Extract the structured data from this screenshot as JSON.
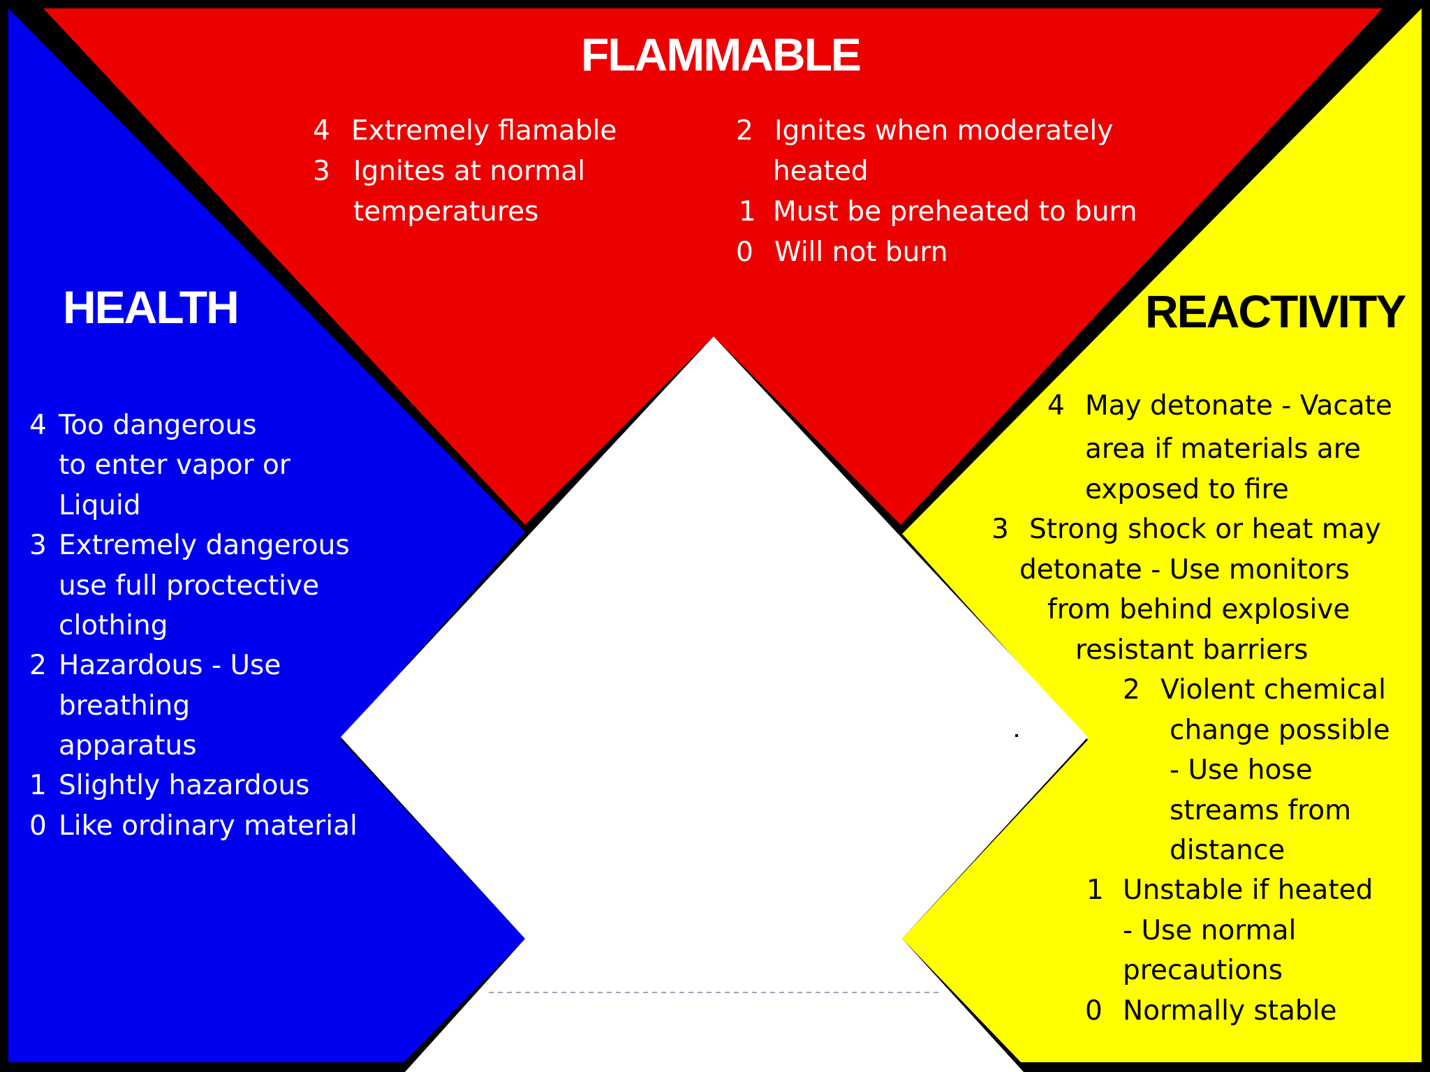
{
  "colors": {
    "background": "#000000",
    "flammable": "#ec0000",
    "health": "#0000f0",
    "reactivity": "#ffff00",
    "special": "#ffffff"
  },
  "flammable": {
    "title": "FLAMMABLE",
    "levels": [
      {
        "num": "4",
        "lines": [
          "Extremely flamable"
        ]
      },
      {
        "num": "3",
        "lines": [
          "Ignites at normal",
          "temperatures"
        ]
      },
      {
        "num": "2",
        "lines": [
          "Ignites when moderately",
          "heated"
        ]
      },
      {
        "num": "1",
        "lines": [
          "Must be preheated to burn"
        ]
      },
      {
        "num": "0",
        "lines": [
          "Will not burn"
        ]
      }
    ]
  },
  "health": {
    "title": "HEALTH",
    "levels": [
      {
        "num": "4",
        "lines": [
          "Too dangerous",
          "to enter vapor or",
          "Liquid"
        ]
      },
      {
        "num": "3",
        "lines": [
          "Extremely dangerous",
          "use full proctective",
          "clothing"
        ]
      },
      {
        "num": "2",
        "lines": [
          "Hazardous - Use",
          "breathing",
          "apparatus"
        ]
      },
      {
        "num": "1",
        "lines": [
          "Slightly hazardous"
        ]
      },
      {
        "num": "0",
        "lines": [
          "Like ordinary material"
        ]
      }
    ]
  },
  "reactivity": {
    "title": "REACTIVITY",
    "levels": [
      {
        "num": "4",
        "lines": [
          "May detonate - Vacate",
          "area if materials are",
          "exposed to fire"
        ]
      },
      {
        "num": "3",
        "lines": [
          "Strong shock or heat may",
          "detonate - Use monitors",
          "from behind explosive",
          "resistant barriers"
        ]
      },
      {
        "num": "2",
        "lines": [
          "Violent chemical",
          "change possible",
          "- Use hose",
          "streams  from",
          "distance"
        ]
      },
      {
        "num": "1",
        "lines": [
          "Unstable if heated",
          "- Use normal",
          "precautions"
        ]
      },
      {
        "num": "0",
        "lines": [
          "Normally stable"
        ]
      }
    ]
  }
}
